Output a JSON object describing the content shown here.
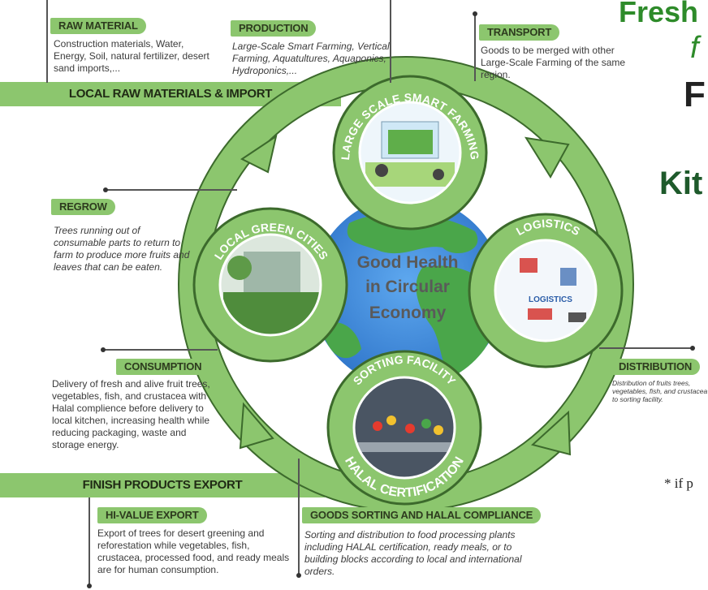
{
  "colors": {
    "green": "#8cc66e",
    "dark_green": "#3c7a2b",
    "title_green": "#2e8b2a",
    "ocean": "#3a86d9",
    "land": "#4aa64a"
  },
  "raw_material": {
    "label": "RAW MATERIAL",
    "text": "Construction materials, Water, Energy, Soil, natural fertilizer, desert sand imports,..."
  },
  "production": {
    "label": "PRODUCTION",
    "text": "Large-Scale Smart Farming, Vertical Farming, Aquatultures, Aquaponics, Hydroponics,..."
  },
  "transport": {
    "label": "TRANSPORT",
    "text": "Goods to be merged with other Large-Scale Farming of the same region."
  },
  "regrow": {
    "label": "REGROW",
    "text": "Trees running out of consumable parts to return to farm to produce more fruits and leaves that can be eaten."
  },
  "consumption": {
    "label": "CONSUMPTION",
    "text": "Delivery of fresh and alive fruit trees, vegetables, fish, and crustacea with Halal complience before delivery to local kitchen, increasing health while reducing packaging, waste and storage energy."
  },
  "distribution": {
    "label": "DISTRIBUTION",
    "text": "Distribution of fruits trees, vegetables, fish, and crustacea to sorting facility."
  },
  "hi_value_export": {
    "label": "HI-VALUE EXPORT",
    "text": "Export of trees for desert greening and reforestation while vegetables, fish, crustacea, processed food, and ready meals are for human consumption."
  },
  "goods_sorting": {
    "label": "GOODS SORTING AND HALAL COMPLIANCE",
    "text": "Sorting and distribution to food processing plants including HALAL certification, ready meals, or to building blocks according to local and international orders."
  },
  "bands": {
    "local_raw": "LOCAL RAW MATERIALS & IMPORT",
    "finish_export": "FINISH PRODUCTS EXPORT"
  },
  "cycle": {
    "center_line1": "Good Health",
    "center_line2": "in Circular",
    "center_line3": "Economy",
    "top_node": "LARGE SCALE SMART FARMING",
    "right_node": "LOGISTICS",
    "right_node_inner": "LOGISTICS",
    "left_node": "LOCAL GREEN CITIES",
    "bottom_node_top": "SORTING FACILITY",
    "bottom_node_bottom": "HALAL CERTIFICATION"
  },
  "title": {
    "line1": "Fresh",
    "line2": "f",
    "line3": "F",
    "line4": "Kit"
  },
  "footnote": "* if p"
}
